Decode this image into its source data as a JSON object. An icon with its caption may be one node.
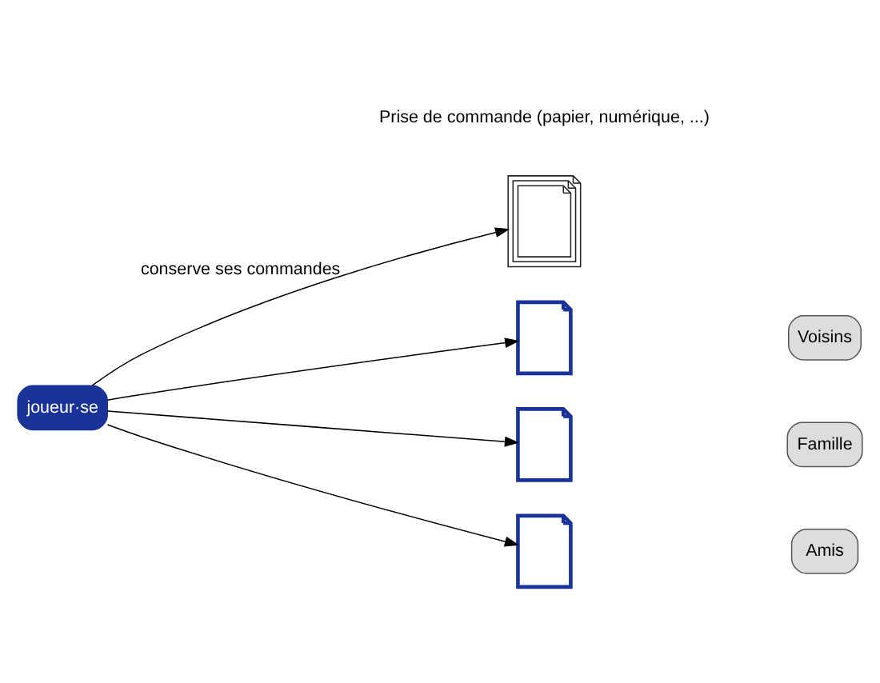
{
  "diagram": {
    "nodes": [
      {
        "text": [
          "joueur·se"
        ]
      },
      {
        "text": [],
        "shape": "document"
      },
      {
        "text": [],
        "shape": "document"
      },
      {
        "text": [],
        "shape": "document"
      },
      {
        "text": [],
        "shape": "document"
      },
      {
        "text": [
          "Voisins"
        ]
      },
      {
        "text": [
          "Famille"
        ]
      },
      {
        "text": [
          "Amis"
        ]
      }
    ],
    "edges": [
      {
        "from": 0,
        "to": 1,
        "arrow": "to",
        "label": "conserve ses commandes"
      },
      {
        "from": 0,
        "to": 2,
        "arrow": "to"
      },
      {
        "from": 0,
        "to": 3,
        "arrow": "to"
      },
      {
        "from": 0,
        "to": 4,
        "arrow": "to"
      }
    ],
    "labels": [
      "Prise de commande (papier, numérique, ...)"
    ]
  }
}
